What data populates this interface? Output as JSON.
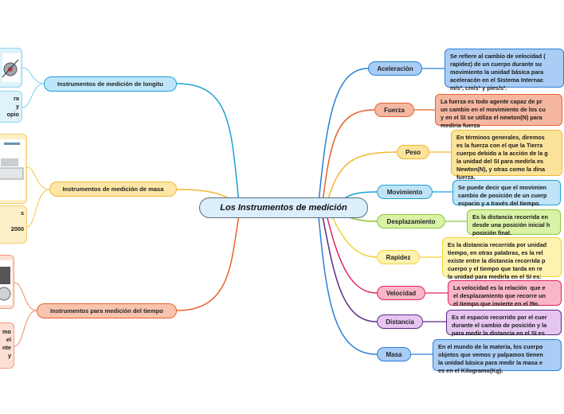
{
  "title": "Los Instrumentos de medición",
  "left_branches": {
    "longitud": {
      "label": "Instrumentos de medición de longitu",
      "image_caption": "ra\ny\nopio"
    },
    "masa": {
      "label": "Instrumentos de medición de masa",
      "image_caption": "s\n\n2000"
    },
    "tiempo": {
      "label": "Instrumentos para medición del tiempo",
      "image_caption": "mo\nel\nnte\ny"
    }
  },
  "right_branches": [
    {
      "label": "Aceleración",
      "desc": "Se refiere al cambio de velocidad (\nrapidez) de un cuerpo durante su\nmovimiento la unidad básica para\naceleracón en el Sistema Internac\nm/s², cm/s² y pies/s²."
    },
    {
      "label": "Fuerza",
      "desc": "La fuerza es todo agente capaz de pr\nun cambio en el movimiento de los cu\ny en el SI se utiliza el newton(N) para\nmediria fuerza"
    },
    {
      "label": "Peso",
      "desc": "En términos generales, diremos\nes la fuerza con el que la Tierra\ncuerpo debido a la acción de la g\nla unidad del SI para medirla es\nNewton(N), y otras como la dina\nfuerza."
    },
    {
      "label": "Movimiento",
      "desc": "Se puede decir que el movimien\ncambio de posición de un cuerp\nespacio y a través del tiempo."
    },
    {
      "label": "Desplazamiento",
      "desc": "Es la distancia recorrida en\ndesde una posición inicial h\nposición final."
    },
    {
      "label": "Rapidez",
      "desc": "Es la distancia recorrida por unidad\ntiempo, en otras palabras, es la rel\nexiste entre la distancia recorrida p\ncuerpo y el tiempo que tarda en re\nla unidad para medirla en el SI es:"
    },
    {
      "label": "Velocidad",
      "desc": "La velocidad es la relación  que e\nel desplazamiento que recorre un\nel tiempo que invierte en el l9o."
    },
    {
      "label": "Distancia",
      "desc": "Es el espacio recorrido por el cuer\ndurante el cambio de posición y la\npara medir la distancia en el SI es"
    },
    {
      "label": "Masa",
      "desc": "En el mundo de la materia, los cuerpo\nobjetos que vemos y palpamos tienen\nla unidad básica para medir la masa e\nes en el Kilogramo(Kg)."
    }
  ],
  "colors": {
    "root_fill": "#dbeefc",
    "aceleracion": "#a9cdf5",
    "fuerza": "#f5b7a0",
    "peso": "#fbe39a",
    "movimiento": "#bfe3f7",
    "desplazamiento": "#d9f2a6",
    "rapidez": "#fdf2b0",
    "velocidad": "#f9b6c6",
    "distancia": "#e6c6f0",
    "masa": "#a9cdf5"
  }
}
